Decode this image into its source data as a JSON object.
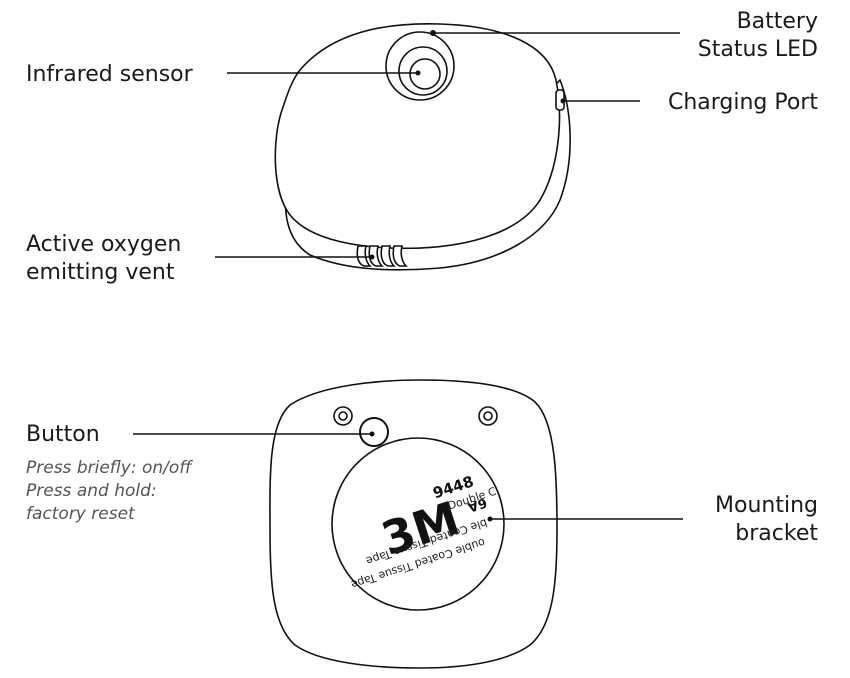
{
  "top_view": {
    "labels": {
      "battery_led": [
        "Battery",
        "Status LED"
      ],
      "infrared_sensor": "Infrared sensor",
      "charging_port": "Charging Port",
      "oxygen_vent": [
        "Active oxygen",
        "emitting vent"
      ]
    }
  },
  "bottom_view": {
    "labels": {
      "button": "Button",
      "button_notes": [
        "Press briefly: on/off",
        "Press and hold:",
        "factory reset"
      ],
      "mounting_bracket": [
        "Mounting",
        "bracket"
      ]
    },
    "tape_sticker": {
      "brand": "3M",
      "model": "9448",
      "model_fragment": "6A",
      "text_double": "Double C",
      "text_coated": "ble Coated Tissue Tape",
      "text_bottom": "ouble Coated Tissue Tape"
    }
  }
}
